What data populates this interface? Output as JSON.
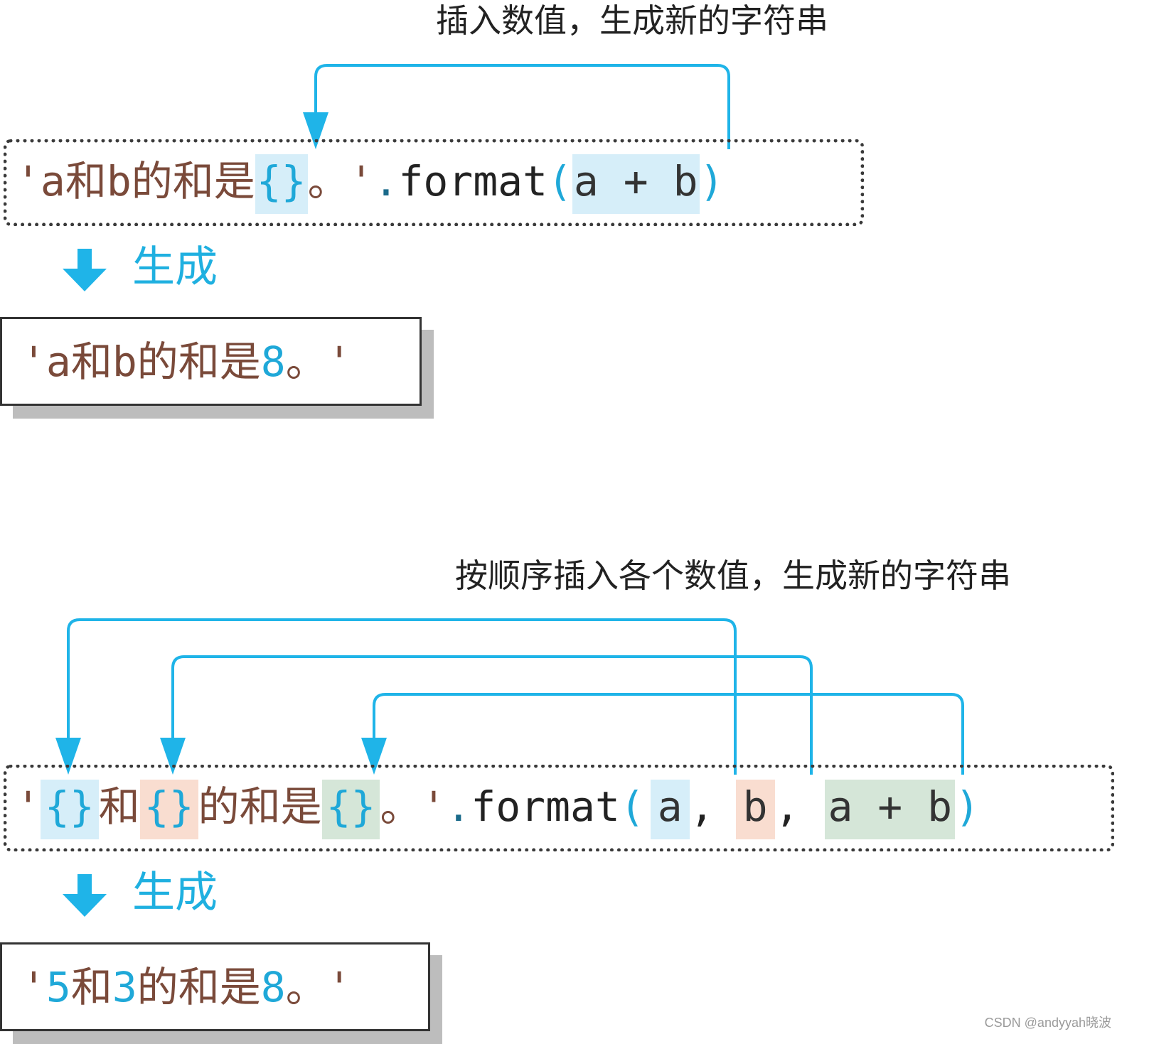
{
  "colors": {
    "arrow": "#1fb4e8",
    "highlight_blue": "#d6eef9",
    "highlight_salmon": "#f9ddd0",
    "highlight_green": "#d5e6d8",
    "string_text": "#7a4a3a",
    "value_text": "#1fa8d8"
  },
  "top": {
    "caption": "插入数值，生成新的字符串",
    "code": {
      "q1": "'",
      "s1": "a和b的和是",
      "brace": "{}",
      "s2": "。",
      "q2": "'",
      "dot": ".",
      "fn": "format",
      "open": "(",
      "arg": "a + b",
      "close": ")"
    },
    "generate_label": "生成",
    "result": {
      "q1": "'",
      "s1": "a和b的和是",
      "value": "8",
      "s2": "。",
      "q2": "'"
    }
  },
  "bottom": {
    "caption": "按顺序插入各个数值，生成新的字符串",
    "code": {
      "q1": "'",
      "brace1": "{}",
      "s1": "和",
      "brace2": "{}",
      "s2": "的和是",
      "brace3": "{}",
      "s3": "。",
      "q2": "'",
      "dot": ".",
      "fn": "format",
      "open": "(",
      "arg1": "a",
      "comma1": ",",
      "arg2": "b",
      "comma2": ",",
      "arg3": "a + b",
      "close": ")"
    },
    "generate_label": "生成",
    "result": {
      "q1": "'",
      "v1": "5",
      "s1": "和",
      "v2": "3",
      "s2": "的和是",
      "v3": "8",
      "s3": "。",
      "q2": "'"
    }
  },
  "watermark": "CSDN @andyyah晓波"
}
